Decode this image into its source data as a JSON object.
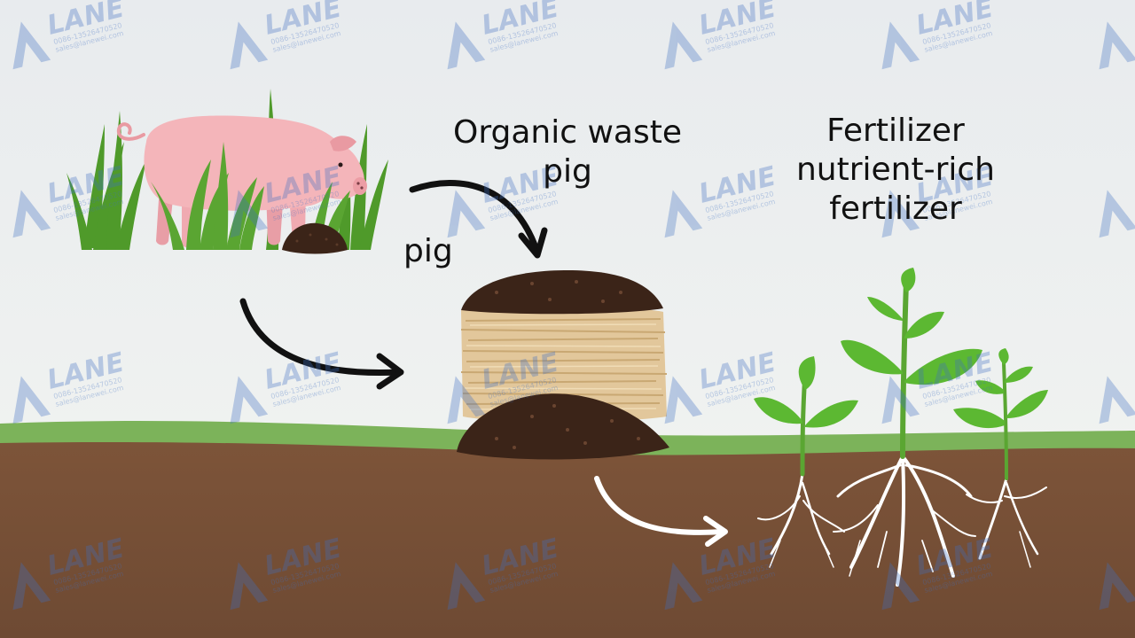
{
  "labels": {
    "organic_title": "Organic waste",
    "organic_sub": "pig",
    "pig_side": "pig",
    "fert_line1": "Fertilizer",
    "fert_line2": "nutrient-rich",
    "fert_line3": "fertilizer"
  },
  "watermark": {
    "brand": "LANE",
    "phone": "0086-13526470520",
    "email": "sales@lanewei.com"
  },
  "colors": {
    "sky_top": "#e9ecef",
    "sky_bottom": "#f2f4f1",
    "grass_band": "#7cb35a",
    "soil": "#7a5239",
    "soil_dark": "#6b4632",
    "pig_pink": "#f4b5ba",
    "grass": "#4f9a2a",
    "manure": "#3b2418",
    "straw": "#e2c79b",
    "leaf": "#5cb832",
    "root": "#ffffff",
    "arrow_dark": "#111111",
    "arrow_light": "#ffffff",
    "watermark_blue": "#3f6fc2"
  },
  "icons": {
    "pig": "pig-icon",
    "compost": "compost-pile-icon",
    "plant": "plant-seedling-icon",
    "logo": "lane-logo-icon"
  }
}
